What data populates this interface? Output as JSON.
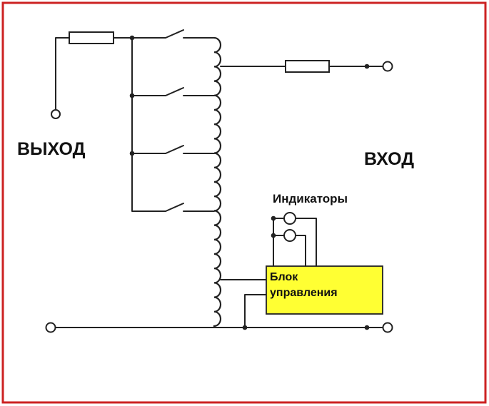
{
  "labels": {
    "output": "ВЫХОД",
    "input": "ВХОД",
    "indicators": "Индикаторы",
    "control_line1": "Блок",
    "control_line2": "управления"
  },
  "colors": {
    "frame": "#cc2222",
    "control_block": "#ffff33",
    "wire": "#222222"
  },
  "components": {
    "fuses": 2,
    "relay_switches": 4,
    "indicator_lamps": 2,
    "terminals": 4
  }
}
